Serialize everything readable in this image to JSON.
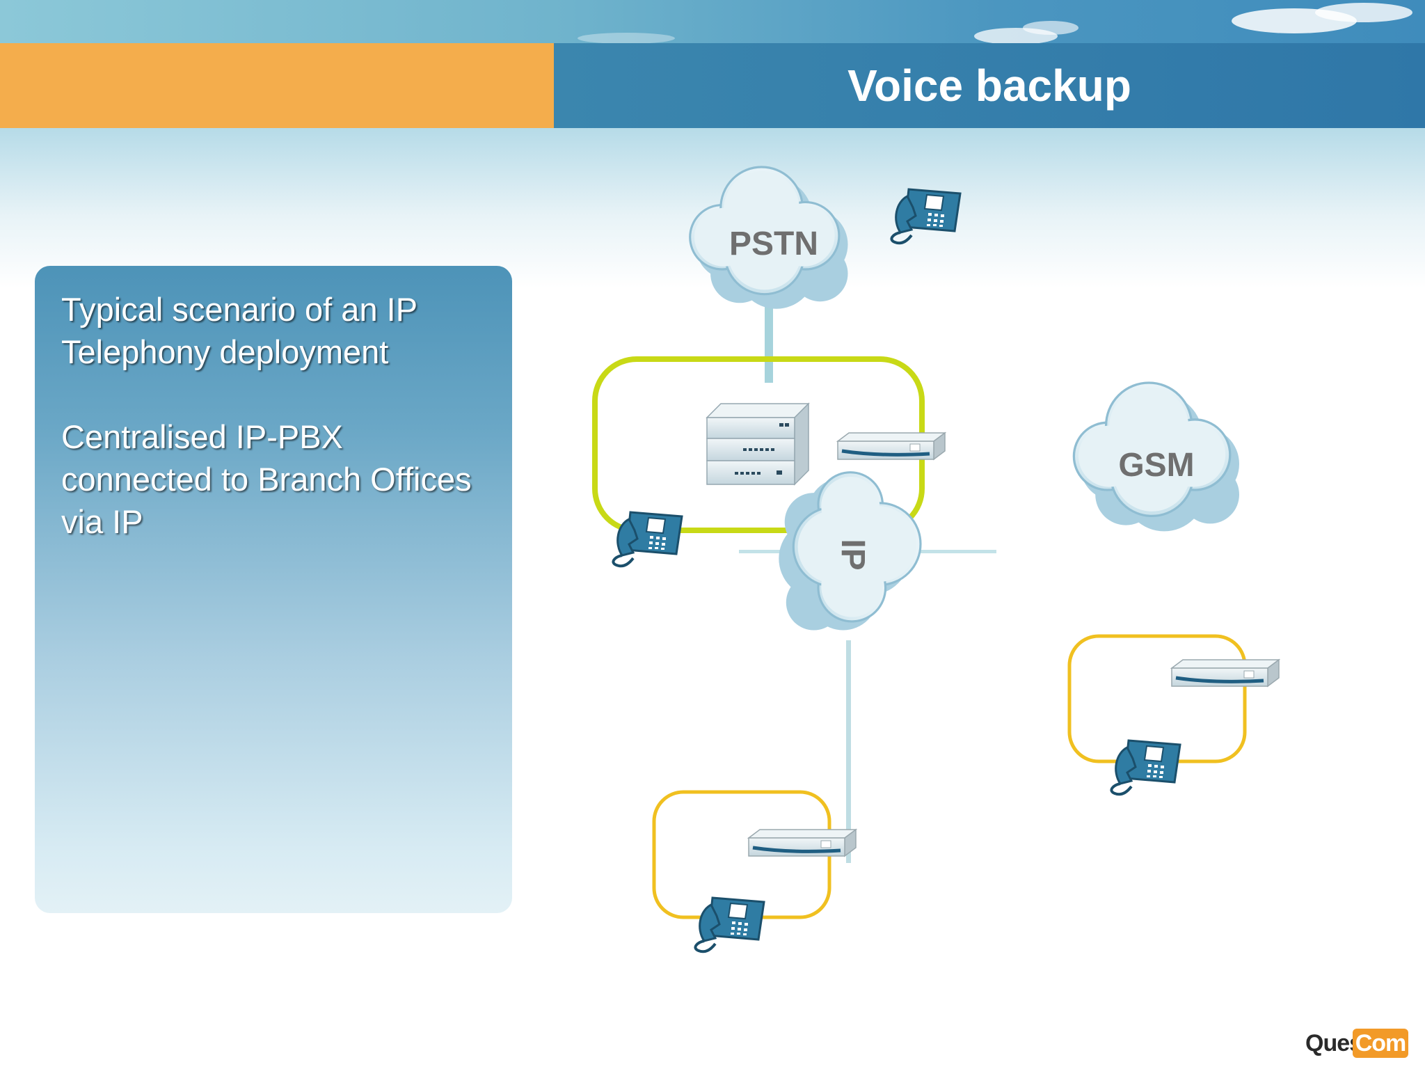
{
  "slide": {
    "title": "Voice backup"
  },
  "panel": {
    "paragraph_1": "Typical scenario of an IP Telephony deployment",
    "paragraph_2": "Centralised IP-PBX connected to Branch Offices via IP"
  },
  "diagram": {
    "clouds": {
      "pstn": "PSTN",
      "gsm": "GSM",
      "ip": "IP"
    },
    "nodes": [
      "ip-pbx",
      "gateway",
      "phone"
    ]
  },
  "logo": {
    "part1": "Ques",
    "part2": "Com"
  },
  "colors": {
    "orange": "#f4ad4c",
    "title_blue": "#3380ab",
    "hq_ring": "#c8d916",
    "branch_ring": "#f0c020",
    "link": "#a6d3dc"
  }
}
